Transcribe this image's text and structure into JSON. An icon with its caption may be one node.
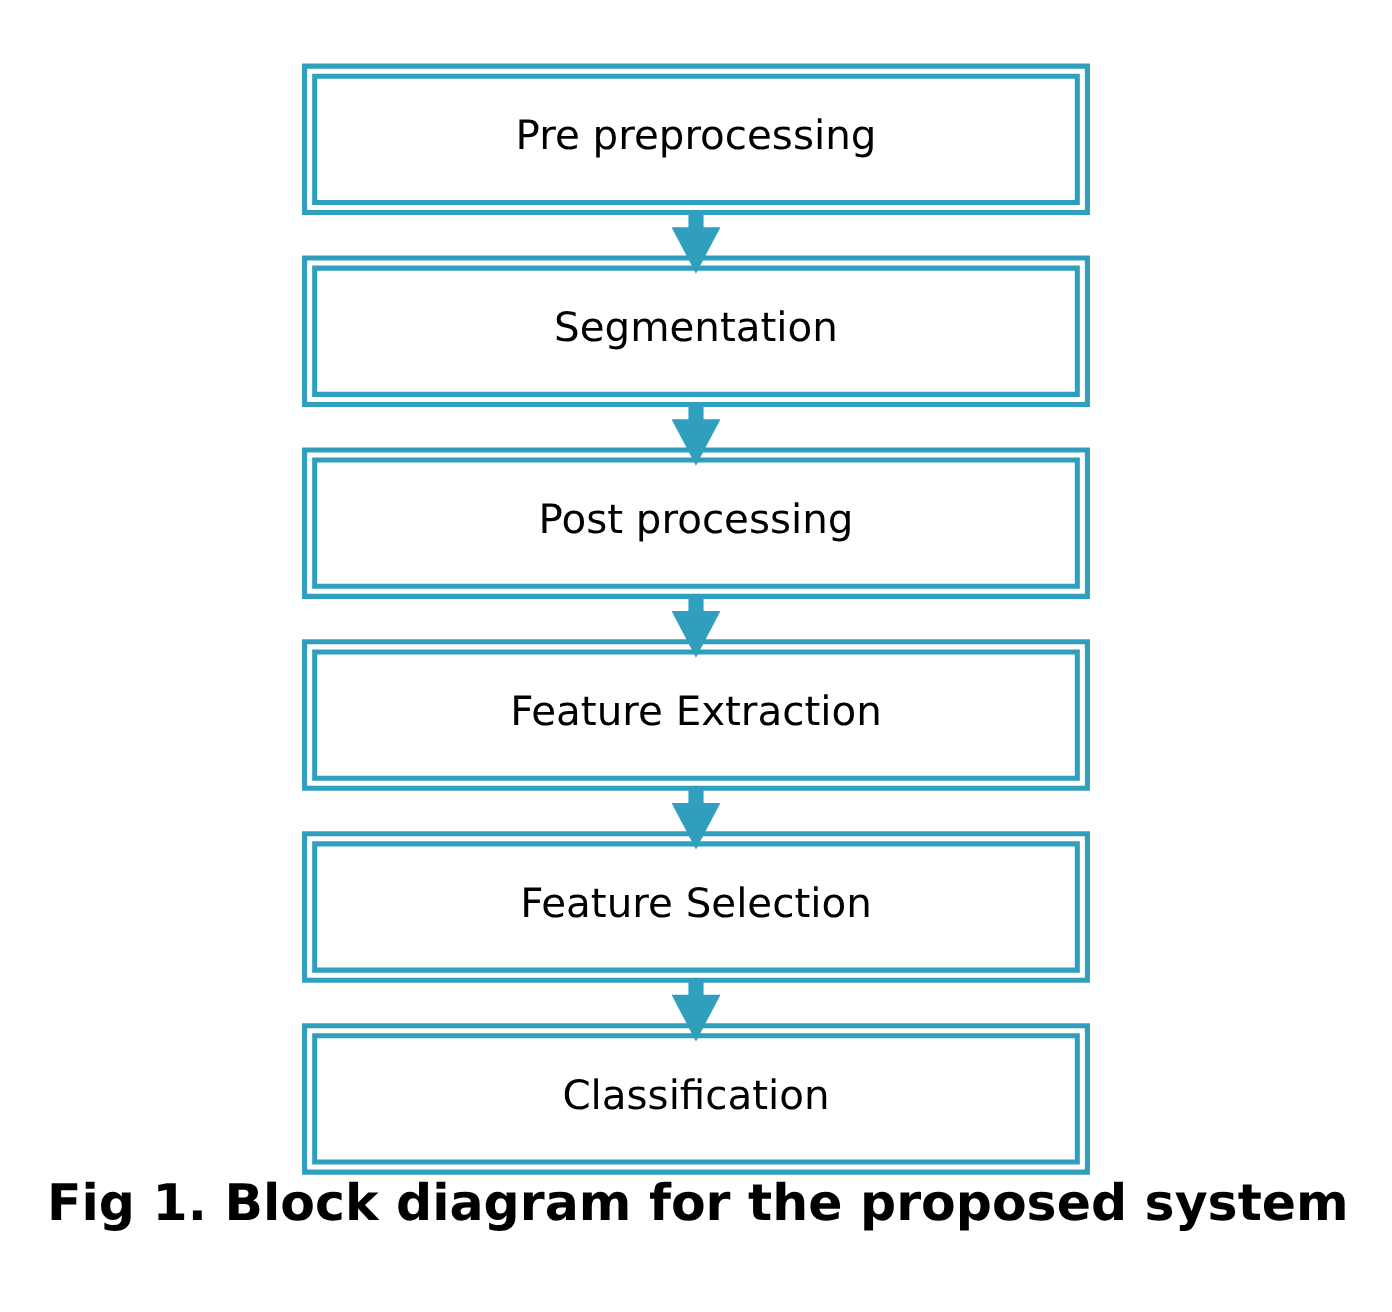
{
  "diagram": {
    "caption": "Fig 1. Block diagram for the proposed system",
    "nodes": [
      {
        "text": [
          "Pre preprocessing"
        ]
      },
      {
        "text": [
          "Segmentation"
        ]
      },
      {
        "text": [
          "Post processing"
        ]
      },
      {
        "text": [
          "Feature Extraction"
        ]
      },
      {
        "text": [
          "Feature Selection"
        ]
      },
      {
        "text": [
          "Classification"
        ]
      }
    ],
    "edges": [
      {
        "from": 0,
        "to": 1,
        "arrow": "to"
      },
      {
        "from": 1,
        "to": 2,
        "arrow": "to"
      },
      {
        "from": 2,
        "to": 3,
        "arrow": "to"
      },
      {
        "from": 3,
        "to": 4,
        "arrow": "to"
      },
      {
        "from": 4,
        "to": 5,
        "arrow": "to"
      }
    ]
  }
}
